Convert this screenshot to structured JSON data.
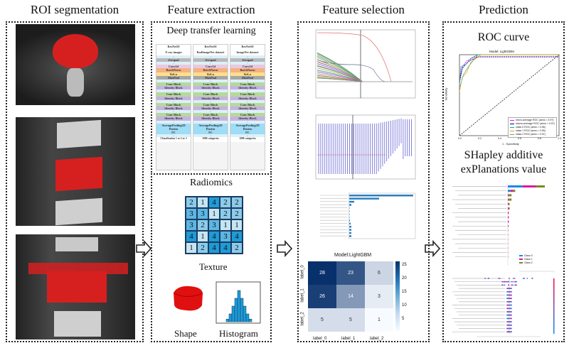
{
  "titles": {
    "roi": "ROI segmentation",
    "extraction": "Feature extraction",
    "selection": "Feature selection",
    "prediction": "Prediction"
  },
  "deep": {
    "title": "Deep transfer learning",
    "columns": [
      {
        "header": "ResNet50",
        "input": "X-ray images",
        "output": "Classification 1 or 2 or 3"
      },
      {
        "header": "ResNet50",
        "input": "RadImageNet dataset",
        "output": "1000 categories"
      },
      {
        "header": "ResNet50",
        "input": "ImageNet dataset",
        "output": "1000 categories"
      }
    ],
    "layers": [
      "Zeropad",
      "Conv2d",
      "BatchNorm",
      "ReLu",
      "MaxPool",
      "Conv Block",
      "Identity Block",
      "AveragePooling2D",
      "Flatten",
      "FC"
    ],
    "layer_colors": {
      "Zeropad": "#b9b9b9",
      "Conv2d": "#e8c9e0",
      "BatchNorm": "#f4b183",
      "ReLu": "#ffe08a",
      "MaxPool": "#a6a6a6",
      "Conv Block": "#b5d99c",
      "Identity Block": "#c6b3e0",
      "AveragePooling2D": "#9fdcf5",
      "Flatten": "#9fdcf5",
      "FC": "#9fdcf5",
      "arrow": "#dcf0fa"
    }
  },
  "radiomics": {
    "title": "Radiomics",
    "texture_label": "Texture",
    "shape_label": "Shape",
    "histogram_label": "Histogram",
    "texture_grid": [
      [
        2,
        1,
        4,
        2,
        2
      ],
      [
        3,
        3,
        1,
        2,
        2
      ],
      [
        3,
        2,
        3,
        1,
        1
      ],
      [
        4,
        1,
        4,
        3,
        4
      ],
      [
        1,
        2,
        4,
        4,
        2
      ]
    ],
    "level_colors": {
      "1": "#c6e5f3",
      "2": "#8ccbea",
      "3": "#5cb6e2",
      "4": "#1e9bd7"
    },
    "histogram_values": [
      1,
      3,
      6,
      9,
      12,
      9,
      6,
      3,
      1
    ]
  },
  "confusion": {
    "title": "Model:LightGBM",
    "labels": [
      "label_0",
      "label_1",
      "label_2"
    ],
    "matrix": [
      [
        28,
        23,
        6
      ],
      [
        26,
        14,
        3
      ],
      [
        5,
        5,
        1
      ]
    ],
    "colorbar_ticks": [
      "25",
      "20",
      "15",
      "10",
      "5"
    ],
    "vmin": 1,
    "vmax": 28
  },
  "roc": {
    "title": "ROC curve",
    "model": "Model: LightGBM",
    "legend": [
      "micro-average ROC (area = 0.97)",
      "macro-average ROC (area = 0.97)",
      "class 0 ROC (area = 0.96)",
      "class 1 ROC (area = 0.95)",
      "class 2 ROC (area = 0.97)"
    ],
    "xticks": [
      "0.0",
      "0.2",
      "0.4",
      "0.6",
      "0.8",
      "1.0"
    ],
    "xlabel": "1 - Specificity",
    "ylabel": "Sensitivity"
  },
  "shap": {
    "title_line1": "SHapley additive",
    "title_line2": "exPlanations value",
    "legend": [
      "Class 0",
      "Class 1",
      "Class 2"
    ],
    "class_colors": [
      "#1e88e5",
      "#d81b9c",
      "#7a8a1a"
    ]
  }
}
